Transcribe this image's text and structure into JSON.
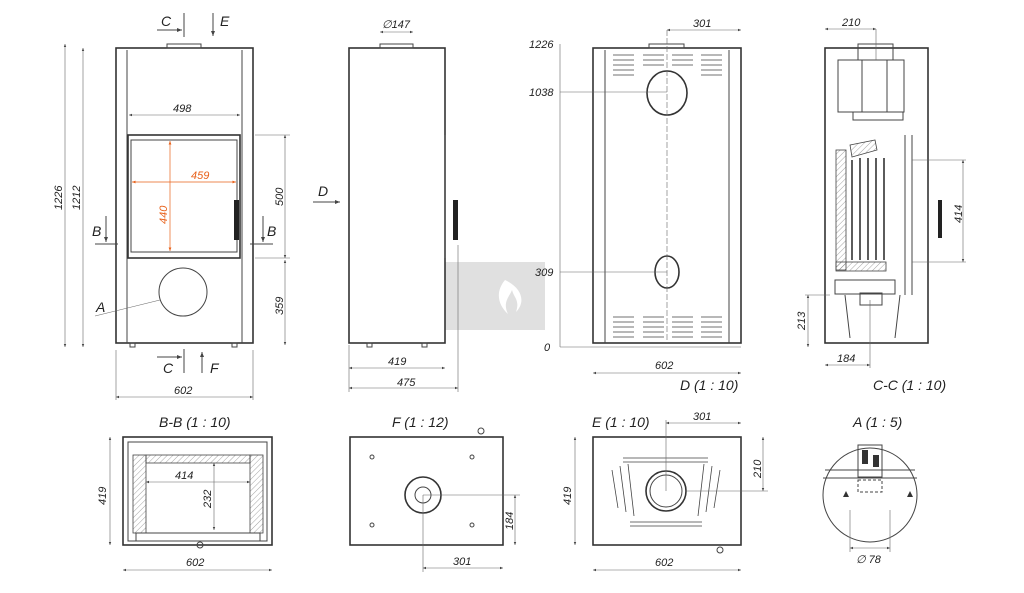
{
  "front_view": {
    "section_c_top": "C",
    "view_e": "E",
    "width_inner": "498",
    "glass_width": "459",
    "glass_height": "440",
    "door_height": "500",
    "section_b_left": "B",
    "section_b_right": "B",
    "height_total": "1226",
    "height_body": "1212",
    "detail_a": "A",
    "lower_height": "359",
    "section_c_bottom": "C",
    "view_f": "F",
    "width_total": "602"
  },
  "side_view": {
    "flue_diameter": "∅147",
    "view_d": "D",
    "depth_body": "419",
    "depth_total": "475"
  },
  "back_view": {
    "flue_offset": "301",
    "h_top": "1226",
    "h_upper_outlet": "1038",
    "h_lower_outlet": "309",
    "h_zero": "0",
    "width": "602",
    "title": "D (1 : 10)"
  },
  "section_cc": {
    "flue_depth": "210",
    "door_height": "414",
    "inlet_height": "213",
    "inlet_depth": "184",
    "title": "C-C (1 : 10)"
  },
  "section_bb": {
    "title": "B-B (1 : 10)",
    "depth": "419",
    "firebox_width": "414",
    "firebox_depth": "232",
    "width": "602"
  },
  "view_f": {
    "title": "F (1 : 12)",
    "inlet_depth": "184",
    "inlet_offset": "301"
  },
  "view_e": {
    "title": "E (1 : 10)",
    "flue_offset": "301",
    "flue_depth": "210",
    "depth": "419",
    "width": "602"
  },
  "detail_a": {
    "title": "A (1 : 5)",
    "diameter": "∅ 78"
  },
  "colors": {
    "line": "#444444",
    "accent": "#e8611a",
    "watermark": "#e0e0e0"
  }
}
